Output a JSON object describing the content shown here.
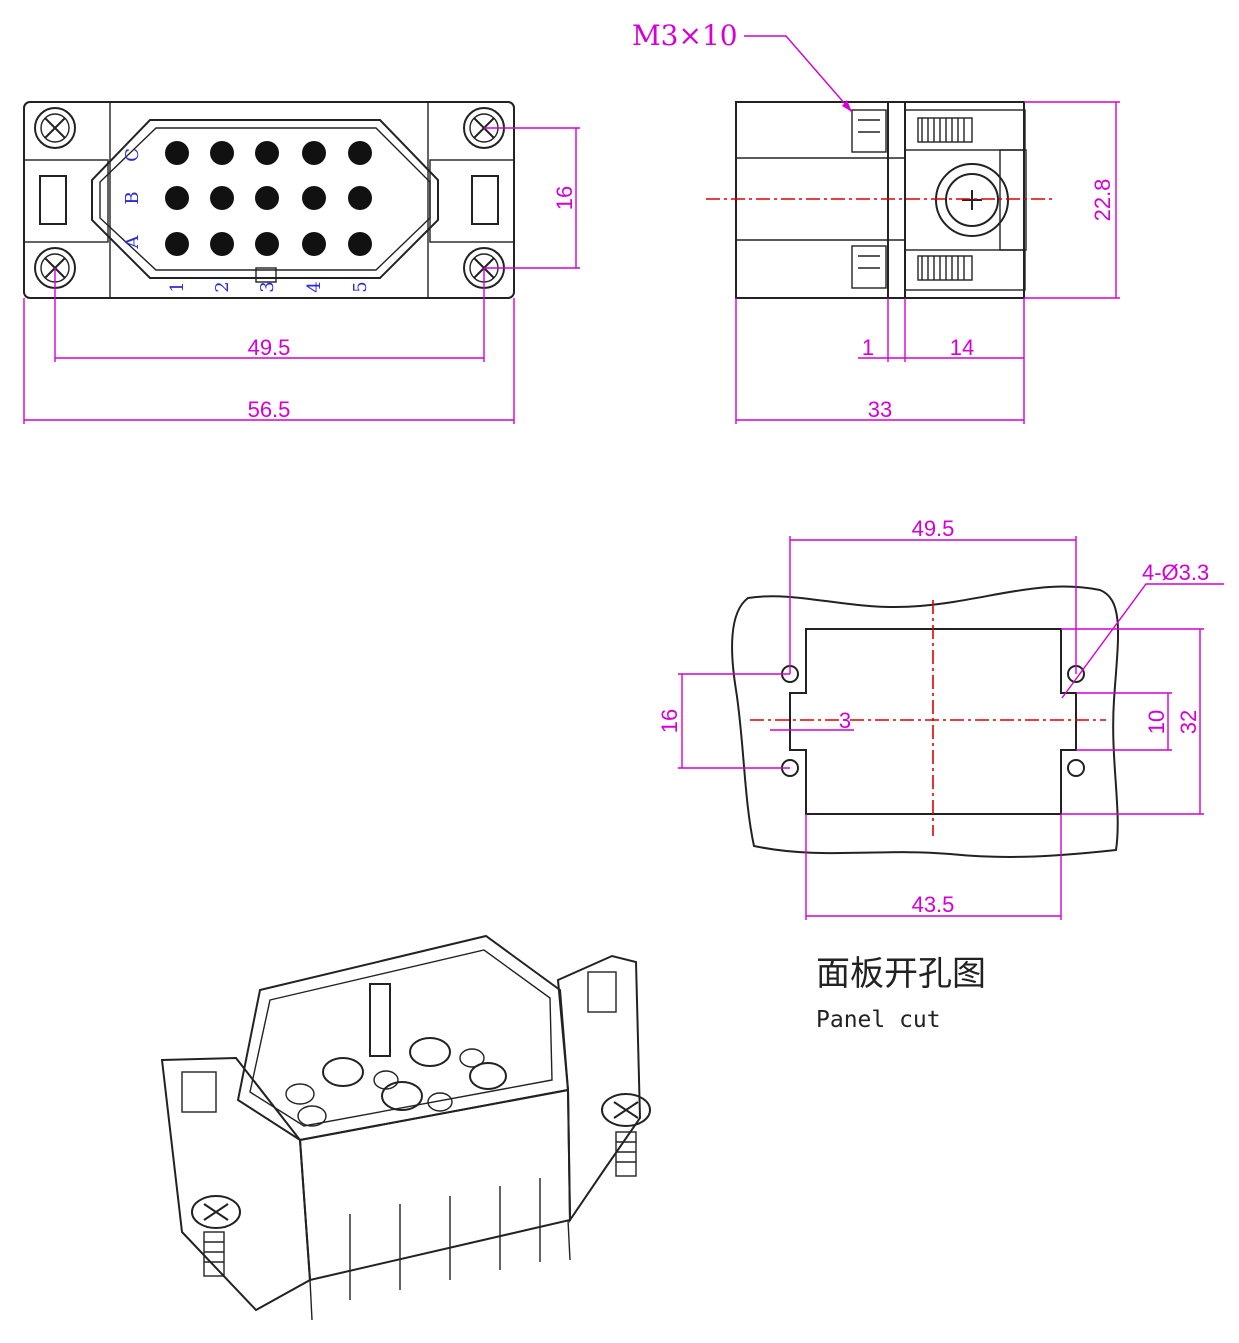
{
  "front_view": {
    "row_labels": [
      "C",
      "B",
      "A"
    ],
    "column_labels": [
      "1",
      "2",
      "3",
      "4",
      "5"
    ],
    "dimensions": {
      "height": "16",
      "mount_spacing": "49.5",
      "overall_width": "56.5"
    }
  },
  "side_view": {
    "screw_label": "M3×10",
    "dimensions": {
      "height": "22.8",
      "offset": "1",
      "depth_front": "14",
      "overall_depth": "33"
    }
  },
  "panel_cut": {
    "dimensions": {
      "hole_spacing": "49.5",
      "holes": "4-Ø3.3",
      "vertical_hole_spacing": "16",
      "notch": "3",
      "notch_height": "10",
      "cut_height": "32",
      "cut_width": "43.5"
    },
    "caption_cn": "面板开孔图",
    "caption_en": "Panel cut"
  },
  "colors": {
    "dimension": "#d400d4",
    "centerline": "#e00000",
    "pin_label": "#2b2bd6",
    "outline": "#222222"
  }
}
